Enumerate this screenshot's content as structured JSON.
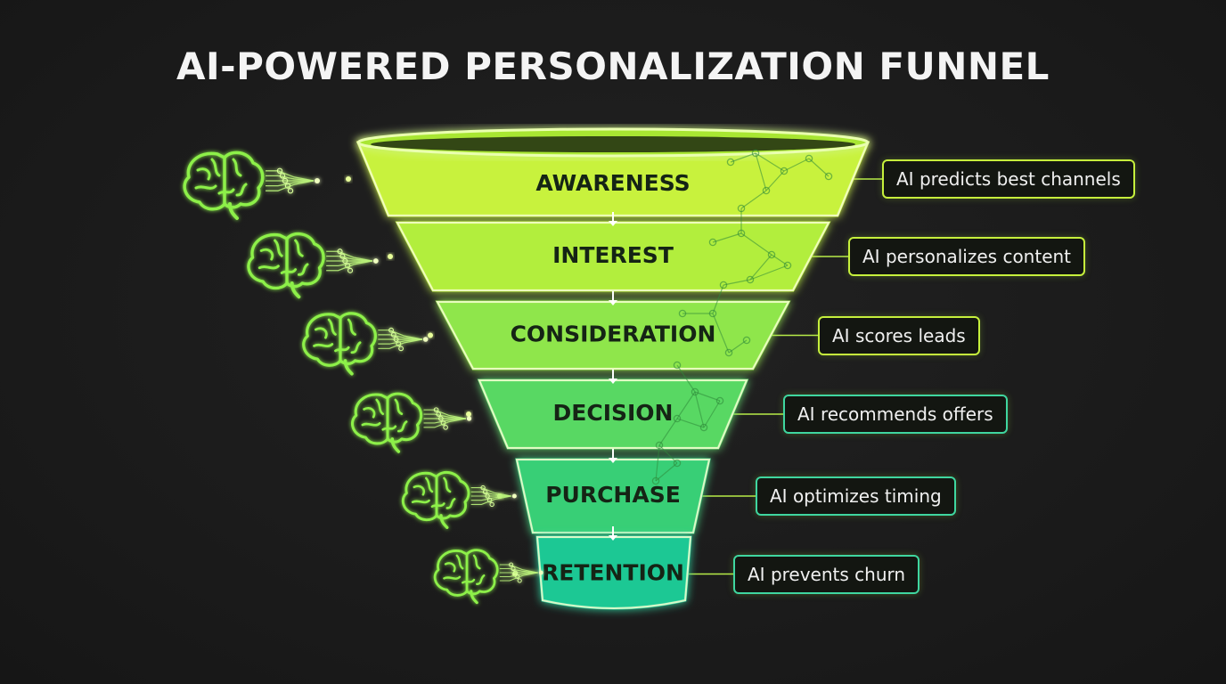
{
  "title": "AI-POWERED PERSONALIZATION FUNNEL",
  "stages": [
    {
      "label": "AWARENESS",
      "callout": "AI predicts best channels",
      "color": "#c8f23c",
      "border": "#d6f55a"
    },
    {
      "label": "INTEREST",
      "callout": "AI personalizes content",
      "color": "#b2ee3e",
      "border": "#c4f04a"
    },
    {
      "label": "CONSIDERATION",
      "callout": "AI scores leads",
      "color": "#8fe64c",
      "border": "#9fe85a"
    },
    {
      "label": "DECISION",
      "callout": "AI recommends offers",
      "color": "#58d864",
      "border": "#6fe07a"
    },
    {
      "label": "PURCHASE",
      "callout": "AI optimizes timing",
      "color": "#37cf76",
      "border": "#4fd68a"
    },
    {
      "label": "RETENTION",
      "callout": "AI prevents churn",
      "color": "#1fc894",
      "border": "#3ad6a4"
    }
  ],
  "icons": {
    "stage_icon": "brain-circuit-icon",
    "flow_icon": "arrow-down-icon"
  },
  "colors": {
    "background": "#1b1b1b",
    "accent": "#c6f03c",
    "title": "#f4f4f4",
    "stage_text": "#152415"
  }
}
